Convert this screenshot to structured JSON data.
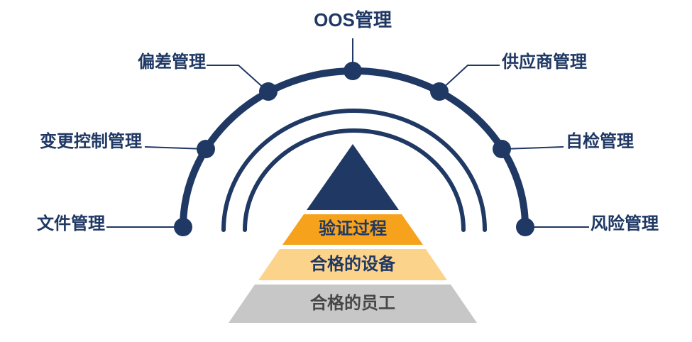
{
  "colors": {
    "navy": "#1f3864",
    "orange": "#f6a21d",
    "light_orange": "#fcd38b",
    "gray": "#c7c7c7",
    "background": "#ffffff"
  },
  "arc_labels": {
    "oos": "OOS管理",
    "deviation": "偏差管理",
    "supplier": "供应商管理",
    "change_control": "变更控制管理",
    "self_inspection": "自检管理",
    "document": "文件管理",
    "risk": "风险管理"
  },
  "pyramid": {
    "levels": [
      {
        "name": "apex",
        "label": ""
      },
      {
        "name": "validation",
        "label": "验证过程"
      },
      {
        "name": "equipment",
        "label": "合格的设备"
      },
      {
        "name": "staff",
        "label": "合格的员工"
      }
    ]
  }
}
